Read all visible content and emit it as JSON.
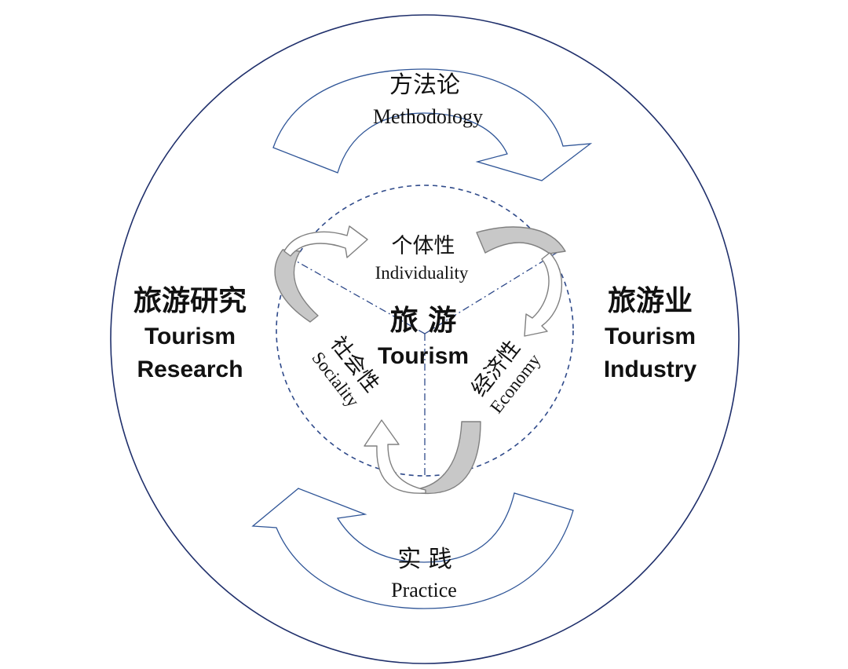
{
  "colors": {
    "outer_circle": "#1f2f6b",
    "inner_dashed": "#2f4a8a",
    "outline_arrow": "#2f5597",
    "gray_arrow_fill": "#c8c8c8",
    "gray_arrow_stroke": "#808080",
    "text": "#111111"
  },
  "top_arrow": {
    "cn": "方法论",
    "en": "Methodology"
  },
  "bottom_arrow": {
    "cn": "实 践",
    "en": "Practice"
  },
  "left_label": {
    "cn": "旅游研究",
    "en_line1": "Tourism",
    "en_line2": "Research"
  },
  "right_label": {
    "cn": "旅游业",
    "en_line1": "Tourism",
    "en_line2": "Industry"
  },
  "center": {
    "cn": "旅 游",
    "en": "Tourism"
  },
  "inner_top": {
    "cn": "个体性",
    "en": "Individuality"
  },
  "inner_left": {
    "cn": "社会性",
    "en": "Sociality"
  },
  "inner_right": {
    "cn": "经济性",
    "en": "Economy"
  }
}
